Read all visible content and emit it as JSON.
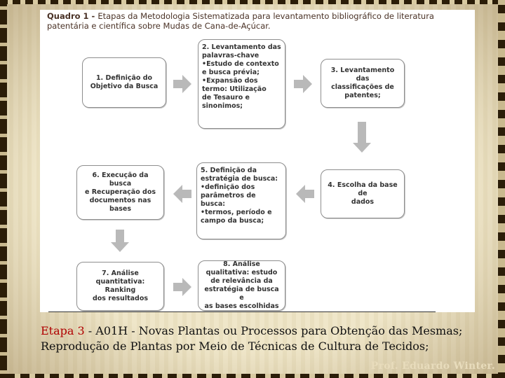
{
  "figure": {
    "title_lead": "Quadro 1 - ",
    "title_rest": "Etapas da Metodologia Sistematizada para levantamento bibliográfico de literatura patentária e científica sobre Mudas de Cana-de-Açúcar.",
    "steps": [
      {
        "lines": [
          "1. Definição do",
          "Objetivo da Busca"
        ]
      },
      {
        "lines": [
          "2. Levantamento das",
          "palavras-chave",
          "•Estudo de contexto",
          "e busca prévia;",
          "•Expansão dos",
          "termo: Utilização",
          "de Tesauro e",
          "sinonimos;"
        ]
      },
      {
        "lines": [
          "3. Levantamento das",
          "classificações de",
          "patentes;"
        ]
      },
      {
        "lines": [
          "4. Escolha da base de",
          "dados"
        ]
      },
      {
        "lines": [
          "5. Definição da",
          "estratégia de busca:",
          "•definição dos",
          "parâmetros de",
          "busca:",
          "•termos, período e",
          "campo da busca;"
        ]
      },
      {
        "lines": [
          "6. Execução da busca",
          "e Recuperação dos",
          "documentos nas",
          "bases"
        ]
      },
      {
        "lines": [
          "7. Análise",
          "quantitativa: Ranking",
          "dos resultados"
        ]
      },
      {
        "lines": [
          "8. Análise",
          "qualitativa: estudo",
          "de relevância da",
          "estratégia de busca e",
          "as bases escolhidas"
        ]
      }
    ]
  },
  "caption": {
    "highlight": "Etapa 3",
    "text": " - A01H - Novas Plantas ou Processos para Obtenção das Mesmas; Reprodução de Plantas por Meio de Técnicas de Cultura de Tecidos;"
  },
  "credit": "Prof. Eduardo Winter.",
  "colors": {
    "arrow": "#b9b9b9",
    "box_border": "#8e8e8e",
    "highlight": "#b00000"
  }
}
